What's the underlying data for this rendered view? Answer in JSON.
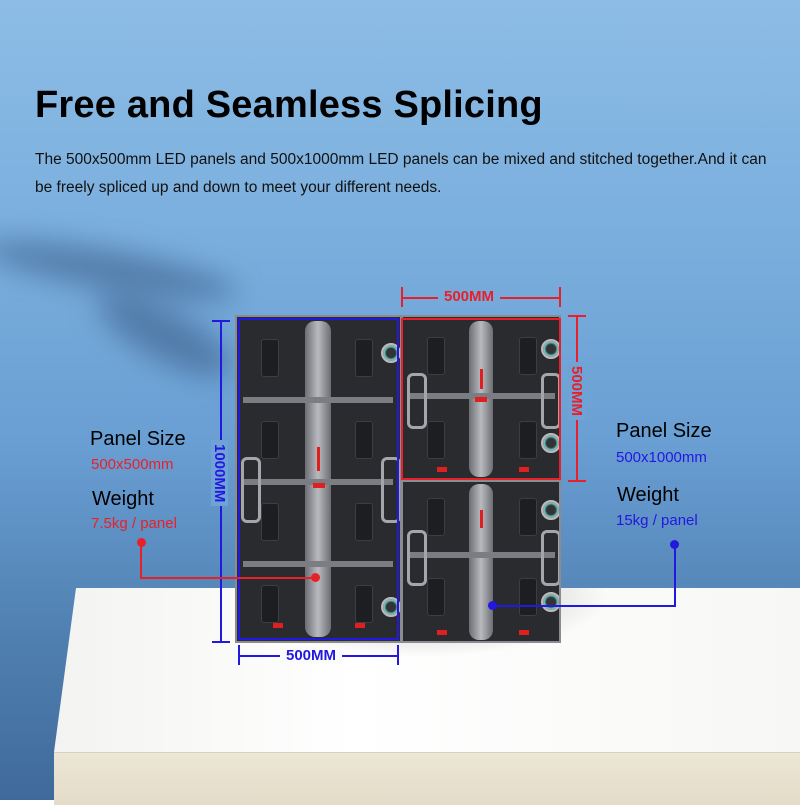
{
  "header": {
    "title": "Free and Seamless Splicing",
    "description": "The 500x500mm LED panels and 500x1000mm LED panels can be mixed and stitched together.And it can be freely spliced up and down to meet your different needs."
  },
  "dimensions": {
    "left_width": "500MM",
    "left_height": "1000MM",
    "right_width": "500MM",
    "right_height": "500MM"
  },
  "specs": {
    "small_panel": {
      "size_label": "Panel Size",
      "size_value": "500x500mm",
      "weight_label": "Weight",
      "weight_value": "7.5kg / panel"
    },
    "large_panel": {
      "size_label": "Panel Size",
      "size_value": "500x1000mm",
      "weight_label": "Weight",
      "weight_value": "15kg / panel"
    }
  },
  "colors": {
    "red": "#e8202a",
    "blue": "#2318e0"
  }
}
